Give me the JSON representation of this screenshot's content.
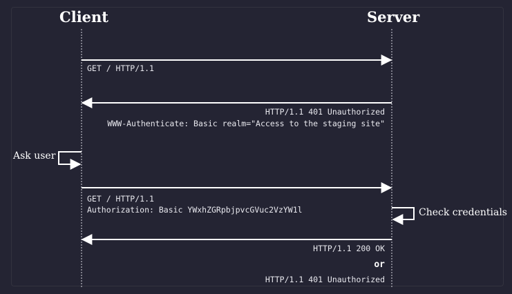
{
  "actors": {
    "client": "Client",
    "server": "Server"
  },
  "messages": {
    "request1": "GET / HTTP/1.1",
    "response1_status": "HTTP/1.1 401 Unauthorized",
    "response1_header": "WWW-Authenticate: Basic realm=\"Access to the staging site\"",
    "request2_line1": "GET / HTTP/1.1",
    "request2_line2": "Authorization: Basic YWxhZGRpbjpvcGVuc2VzYW1l",
    "response2_ok": "HTTP/1.1 200 OK",
    "or_label": "or",
    "response2_unauth": "HTTP/1.1 401 Unauthorized"
  },
  "self_actions": {
    "client": "Ask user",
    "server": "Check credentials"
  },
  "colors": {
    "background": "#242433",
    "line": "#ffffff",
    "text": "#e8e8ee"
  }
}
